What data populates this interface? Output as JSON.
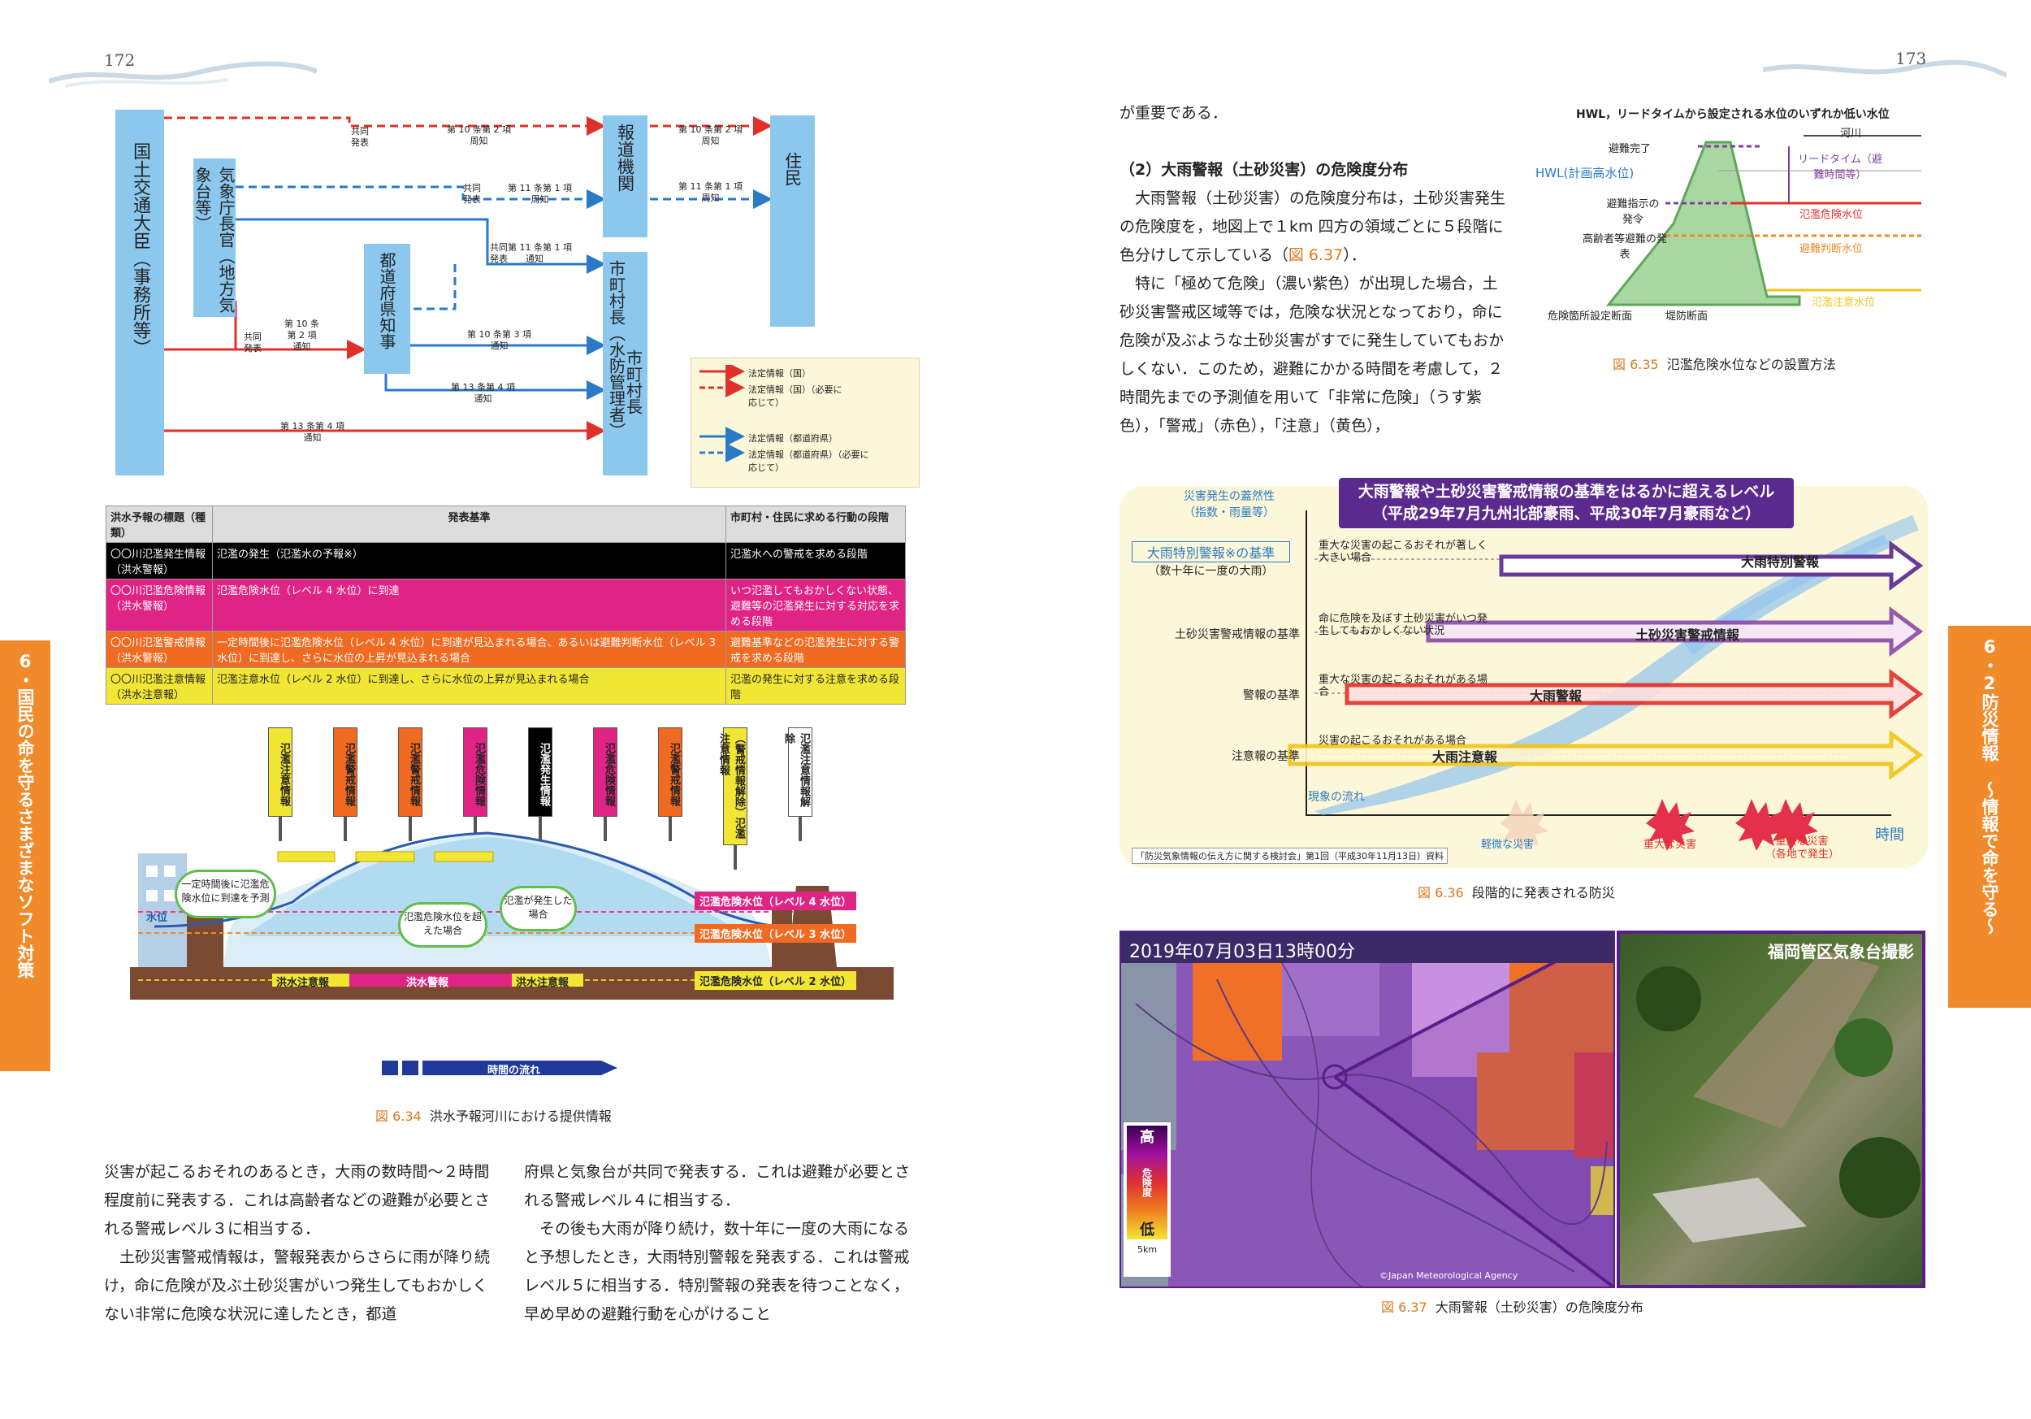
{
  "pages": {
    "left": "172",
    "right": "173"
  },
  "tabs": {
    "left_number": "6・",
    "left_title": "国民の命を守るさまざまなソフト対策",
    "right_number": "6・2",
    "right_title": "防災情報 〜情報で命を守る〜"
  },
  "fig634top": {
    "nodes": {
      "mlit": "国土交通大臣（事務所等）",
      "jma": "気象庁長官（地方気象台等）",
      "governor": "都道府県知事",
      "media": "報道機関",
      "mayor_water": "市町村長（水防管理者）",
      "mayor": "市町村長",
      "residents": "住民"
    },
    "labels": {
      "joint1": "共同",
      "announce1": "発表",
      "a10_2": "第 10 条第 2 項",
      "notify": "周知",
      "a11_1": "第 11 条第 1 項",
      "joint2": "共同",
      "announce2": "発表",
      "joint3": "共同第 11 条第 1 項",
      "announce3": "発表",
      "notify3": "通知",
      "a10_3": "第 10 条第 3 項",
      "notify4": "通知",
      "a13_4a": "第 13 条第 4 項",
      "notify5": "通知",
      "a13_4b": "第 13 条第 4 項",
      "notify6": "通知",
      "joint4": "共同",
      "announce4": "発表",
      "a10b": "第 10 条",
      "a10c": "第 2 項",
      "notify7": "通知",
      "m10_2": "第 10 条第 2 項",
      "mnotify": "周知",
      "m11_1": "第 11 条第 1 項",
      "mnotify2": "周知"
    },
    "legend": [
      "法定情報（国）",
      "法定情報（国）（必要に応じて）",
      "法定情報（都道府県）",
      "法定情報（都道府県）（必要に応じて）"
    ]
  },
  "flood_table": {
    "headers": [
      "洪水予報の標題（種類）",
      "発表基準",
      "市町村・住民に求める行動の段階"
    ],
    "rows": [
      {
        "title": "〇〇川氾濫発生情報（洪水警報）",
        "criteria": "氾濫の発生（氾濫水の予報※）",
        "action": "氾濫水への警戒を求める段階",
        "bg": "#000000",
        "fg": "#ffffff"
      },
      {
        "title": "〇〇川氾濫危険情報（洪水警報）",
        "criteria": "氾濫危険水位（レベル 4 水位）に到達",
        "action": "いつ氾濫してもおかしくない状態、避難等の氾濫発生に対する対応を求める段階",
        "bg": "#e02486",
        "fg": "#ffffff"
      },
      {
        "title": "〇〇川氾濫警戒情報（洪水警報）",
        "criteria": "一定時間後に氾濫危険水位（レベル 4 水位）に到達が見込まれる場合、あるいは避難判断水位（レベル 3 水位）に到達し、さらに水位の上昇が見込まれる場合",
        "action": "避難基準などの氾濫発生に対する警戒を求める段階",
        "bg": "#f06a22",
        "fg": "#ffffff"
      },
      {
        "title": "〇〇川氾濫注意情報（洪水注意報）",
        "criteria": "氾濫注意水位（レベル 2 水位）に到達し、さらに水位の上昇が見込まれる場合",
        "action": "氾濫の発生に対する注意を求める段階",
        "bg": "#f2e634",
        "fg": "#222222"
      }
    ]
  },
  "fig634": {
    "signs": [
      "氾濫注意情報",
      "氾濫警戒情報",
      "氾濫警戒情報",
      "氾濫危険情報",
      "氾濫発生情報",
      "氾濫危険情報",
      "氾濫警戒情報",
      "（警戒情報解除）氾濫注意情報",
      "氾濫注意情報解除"
    ],
    "bubbles": [
      "一定時間後に氾濫危険水位に到達を予測",
      "氾濫危険水位を超えた場合",
      "氾濫が発生した場合"
    ],
    "levels": [
      "氾濫危険水位（レベル 4 水位）",
      "氾濫危険水位（レベル 3 水位）",
      "氾濫危険水位（レベル 2 水位）"
    ],
    "water": "水位",
    "bottom": [
      "洪水注意報",
      "洪水警報",
      "洪水注意報"
    ],
    "time": "時間の流れ",
    "caption_num": "図 6.34",
    "caption": "洪水予報河川における提供情報"
  },
  "left_text": {
    "col1": [
      "災害が起こるおそれのあるとき，大雨の数時間〜２時間程度前に発表する．これは高齢者などの避難が必要とされる警戒レベル３に相当する．",
      "　土砂災害警戒情報は，警報発表からさらに雨が降り続け，命に危険が及ぶ土砂災害がいつ発生してもおかしくない非常に危険な状況に達したとき，都道"
    ],
    "col2": [
      "府県と気象台が共同で発表する．これは避難が必要とされる警戒レベル４に相当する．",
      "　その後も大雨が降り続け，数十年に一度の大雨になると予想したとき，大雨特別警報を発表する．これは警戒レベル５に相当する．特別警報の発表を待つことなく，早め早めの避難行動を心がけること"
    ]
  },
  "right_text": {
    "intro": "が重要である．",
    "heading": "（2）大雨警報（土砂災害）の危険度分布",
    "para1_parts": [
      "　大雨警報（土砂災害）の危険度分布は，土砂災害発生の危険度を，地図上で１km 四方の領域ごとに５段階に色分けして示している（",
      "図 6.37",
      "）．"
    ],
    "para2": "　特に「極めて危険」（濃い紫色）が出現した場合，土砂災害警戒区域等では，危険な状況となっており，命に危険が及ぶような土砂災害がすでに発生していてもおかしくない．このため，避難にかかる時間を考慮して，２時間先までの予測値を用いて「非常に危険」（うす紫色），「警戒」（赤色），「注意」（黄色），"
  },
  "fig635": {
    "top": "HWL，リードタイムから設定される水位のいずれか低い水位",
    "river": "河川",
    "left": [
      "避難完了",
      "HWL(計画高水位)",
      "避難指示の発令",
      "高齢者等避難の発表"
    ],
    "right": [
      "リードタイム（避難時間等）",
      "氾濫危険水位",
      "避難判断水位",
      "氾濫注意水位"
    ],
    "bottom": [
      "危険箇所設定断面",
      "堤防断面"
    ],
    "caption_num": "図 6.35",
    "caption": "氾濫危険水位などの設置方法",
    "colors": {
      "hazard": "#e0302a",
      "judge": "#f08a2a",
      "caution": "#f2c418",
      "purple": "#8040a0"
    }
  },
  "fig636": {
    "banner": [
      "大雨警報や土砂災害警戒情報の基準をはるかに超えるレベル",
      "（平成29年7月九州北部豪雨、平成30年7月豪雨など）"
    ],
    "yaxis": [
      "災害発生の蓋然性",
      "（指数・雨量等）"
    ],
    "special": [
      "大雨特別警報※の基準",
      "（数十年に一度の大雨）"
    ],
    "rows": [
      {
        "label": "",
        "desc": "重大な災害の起こるおそれが著しく大きい場合",
        "arrow": "大雨特別警報",
        "color": "#6a3a9a"
      },
      {
        "label": "土砂災害警戒情報の基準",
        "desc": "命に危険を及ぼす土砂災害がいつ発生してもおかしくない状況",
        "arrow": "土砂災害警戒情報",
        "color": "#8a4aa8"
      },
      {
        "label": "警報の基準",
        "desc": "重大な災害の起こるおそれがある場合",
        "arrow": "大雨警報",
        "color": "#e0302a"
      },
      {
        "label": "注意報の基準",
        "desc": "災害の起こるおそれがある場合",
        "arrow": "大雨注意報",
        "color": "#f2c418"
      }
    ],
    "flow": "現象の流れ",
    "bursts": [
      "軽微な災害",
      "重大な災害",
      "重大な災害（各地で発生）"
    ],
    "xaxis": "時間",
    "source": "「防災気象情報の伝え方に関する検討会」第1回（平成30年11月13日）資料",
    "caption_num": "図 6.36",
    "caption": "段階的に発表される防災"
  },
  "fig637": {
    "timestamp": "2019年07月03日13時00分",
    "photo_credit": "福岡管区気象台撮影",
    "legend": {
      "high": "高",
      "mid": "危険度",
      "low": "低",
      "scale": "5km"
    },
    "copyright": "©Japan Meteorological Agency",
    "caption_num": "図 6.37",
    "caption": "大雨警報（土砂災害）の危険度分布"
  }
}
